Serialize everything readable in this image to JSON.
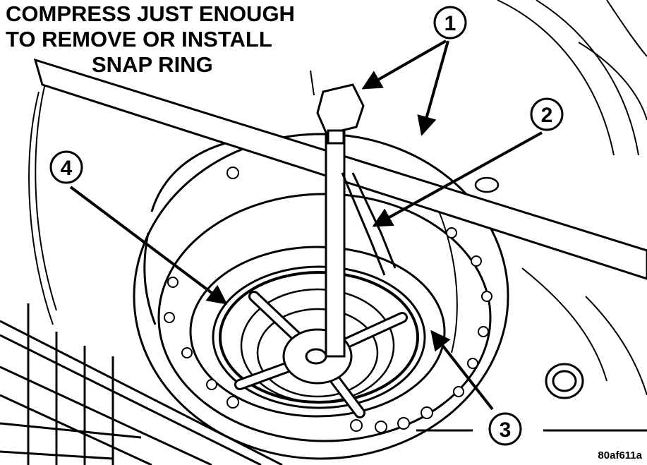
{
  "figure": {
    "instruction_lines": [
      "COMPRESS JUST ENOUGH",
      "TO REMOVE OR INSTALL",
      "SNAP RING"
    ],
    "callouts": [
      "1",
      "2",
      "3",
      "4"
    ],
    "figure_id": "80af611a"
  },
  "colors": {
    "ink": "#000000",
    "paper": "#ffffff"
  }
}
